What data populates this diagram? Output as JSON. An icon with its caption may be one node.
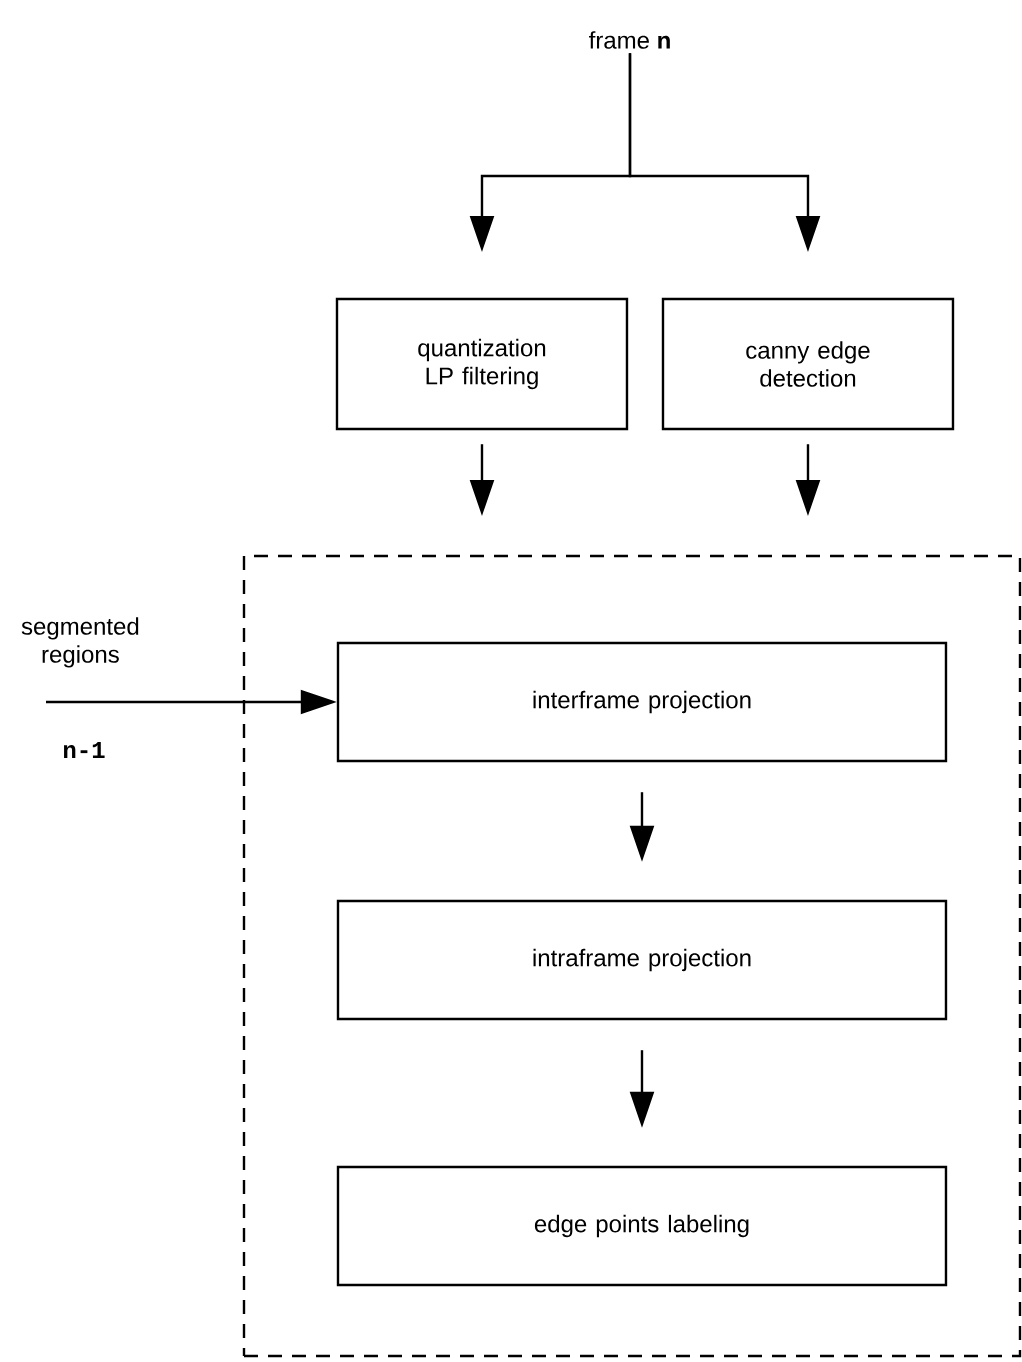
{
  "diagram": {
    "nodes": [
      {
        "text": [
          "frame **n**"
        ]
      },
      {
        "text": [
          "quantization LP filtering"
        ]
      },
      {
        "text": [
          "canny edge detection"
        ]
      },
      {
        "text": [],
        "shape": "box"
      },
      {
        "text": [
          "interframe projection"
        ],
        "in": 3
      },
      {
        "text": [
          "intraframe projection"
        ],
        "in": 3
      },
      {
        "text": [
          "edge points labeling"
        ],
        "in": 3
      }
    ],
    "edges": [
      {
        "from": 0,
        "to": 1,
        "arrow": "to"
      },
      {
        "from": 0,
        "to": 2,
        "arrow": "to"
      },
      {
        "from": 1,
        "to": 3,
        "arrow": "to"
      },
      {
        "from": 2,
        "to": 3,
        "arrow": "to"
      },
      {
        "from": null,
        "to": 4,
        "arrow": "to",
        "label": "segmented regions"
      },
      {
        "from": 4,
        "to": 5,
        "arrow": "to"
      },
      {
        "from": 5,
        "to": 6,
        "arrow": "to"
      }
    ],
    "labels": [
      "n-1"
    ]
  }
}
